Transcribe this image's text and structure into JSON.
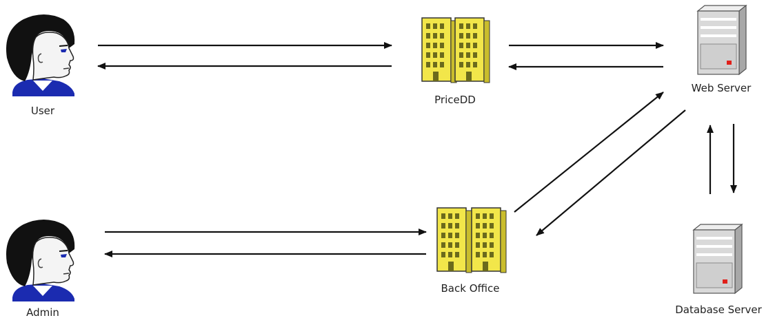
{
  "nodes": {
    "user": {
      "label": "User",
      "icon": "person-icon"
    },
    "pricedd": {
      "label": "PriceDD",
      "icon": "building-icon"
    },
    "web_server": {
      "label": "Web Server",
      "icon": "server-icon"
    },
    "admin": {
      "label": "Admin",
      "icon": "person-icon"
    },
    "back_office": {
      "label": "Back Office",
      "icon": "building-icon"
    },
    "database_server": {
      "label": "Database Server",
      "icon": "server-icon"
    }
  },
  "edges": [
    {
      "from": "user",
      "to": "pricedd"
    },
    {
      "from": "pricedd",
      "to": "user"
    },
    {
      "from": "pricedd",
      "to": "web_server"
    },
    {
      "from": "web_server",
      "to": "pricedd"
    },
    {
      "from": "admin",
      "to": "back_office"
    },
    {
      "from": "back_office",
      "to": "admin"
    },
    {
      "from": "back_office",
      "to": "web_server"
    },
    {
      "from": "web_server",
      "to": "back_office"
    },
    {
      "from": "database_server",
      "to": "web_server"
    },
    {
      "from": "web_server",
      "to": "database_server"
    }
  ],
  "colors": {
    "building_fill": "#f2e64a",
    "building_window": "#6b6a1c",
    "server_body": "#d9d9d9",
    "server_led": "#e0201a",
    "person_hair": "#111111",
    "person_collar": "#1b2bb0",
    "arrow": "#111111"
  }
}
